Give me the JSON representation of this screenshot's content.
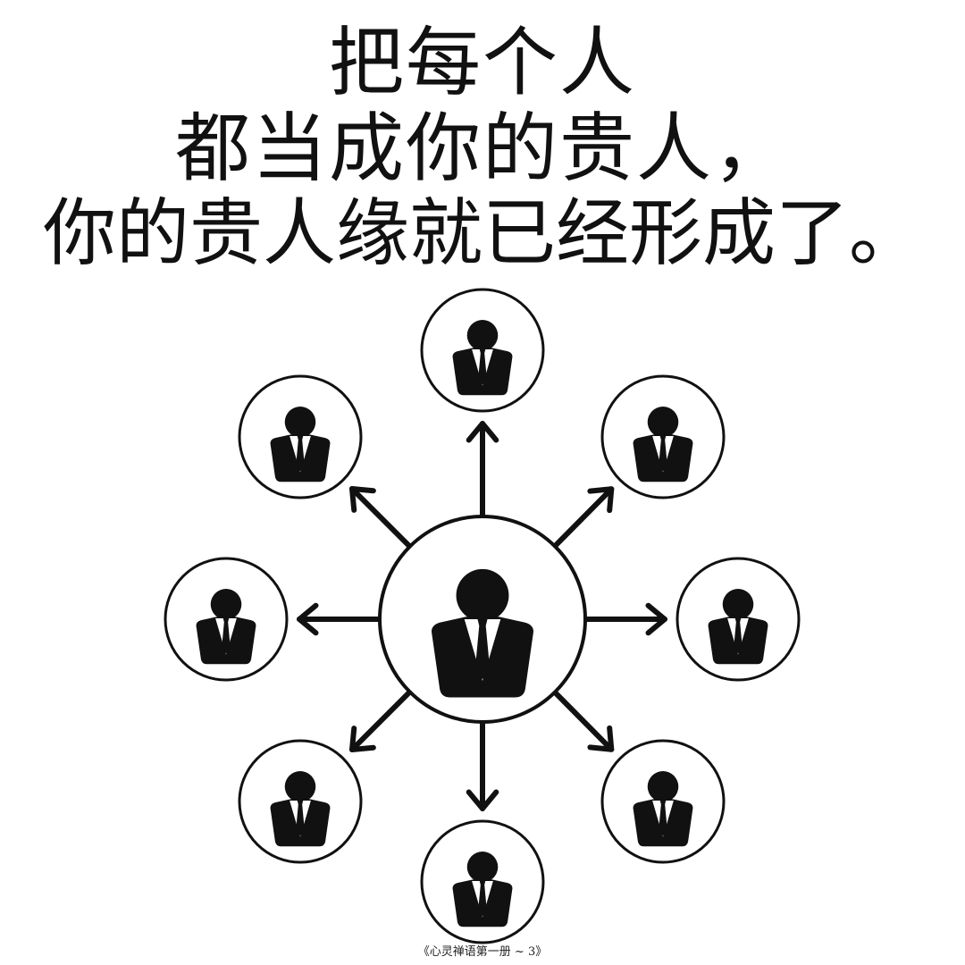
{
  "headline": {
    "line1": "把每个人",
    "line2": "都当成你的贵人，",
    "line3": "你的贵人缘就已经形成了。"
  },
  "diagram": {
    "center_icon": "businessman-icon",
    "node_icon": "businessman-icon",
    "arrow_icon": "arrow-icon",
    "node_count": 8,
    "ink_color": "#111111",
    "background_color": "#ffffff"
  },
  "footer": {
    "source": "《心灵禅语第一册 ~ 3》"
  }
}
